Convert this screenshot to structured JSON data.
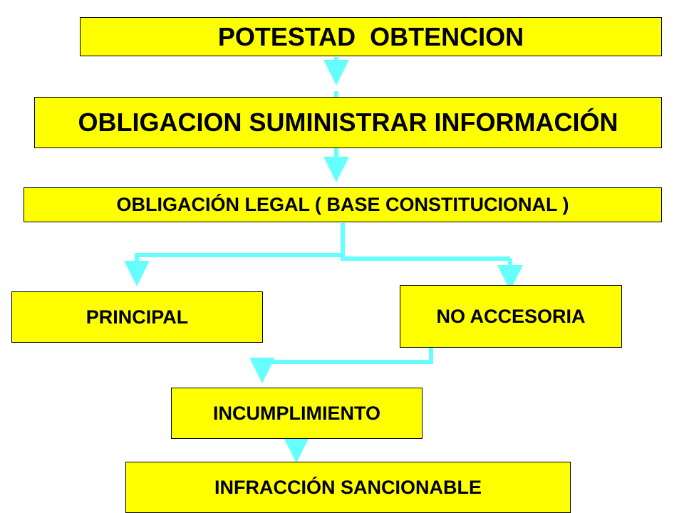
{
  "diagram": {
    "colors": {
      "box_fill": "#ffff00",
      "box_border": "#000000",
      "arrow": "#66ffff",
      "text": "#000000"
    },
    "nodes": {
      "potestad": "POTESTAD  OBTENCION",
      "obligacion_suministrar": "OBLIGACION SUMINISTRAR INFORMACIÓN",
      "obligacion_legal": "OBLIGACIÓN LEGAL ( BASE CONSTITUCIONAL )",
      "principal": "PRINCIPAL",
      "no_accesoria": "NO ACCESORIA",
      "incumplimiento": "INCUMPLIMIENTO",
      "infraccion": "INFRACCIÓN SANCIONABLE"
    },
    "edges": [
      {
        "from": "potestad",
        "to": "obligacion_suministrar"
      },
      {
        "from": "obligacion_suministrar",
        "to": "obligacion_legal"
      },
      {
        "from": "obligacion_legal",
        "to": "principal"
      },
      {
        "from": "obligacion_legal",
        "to": "no_accesoria"
      },
      {
        "from": "no_accesoria",
        "to": "incumplimiento"
      },
      {
        "from": "incumplimiento",
        "to": "infraccion"
      }
    ]
  }
}
